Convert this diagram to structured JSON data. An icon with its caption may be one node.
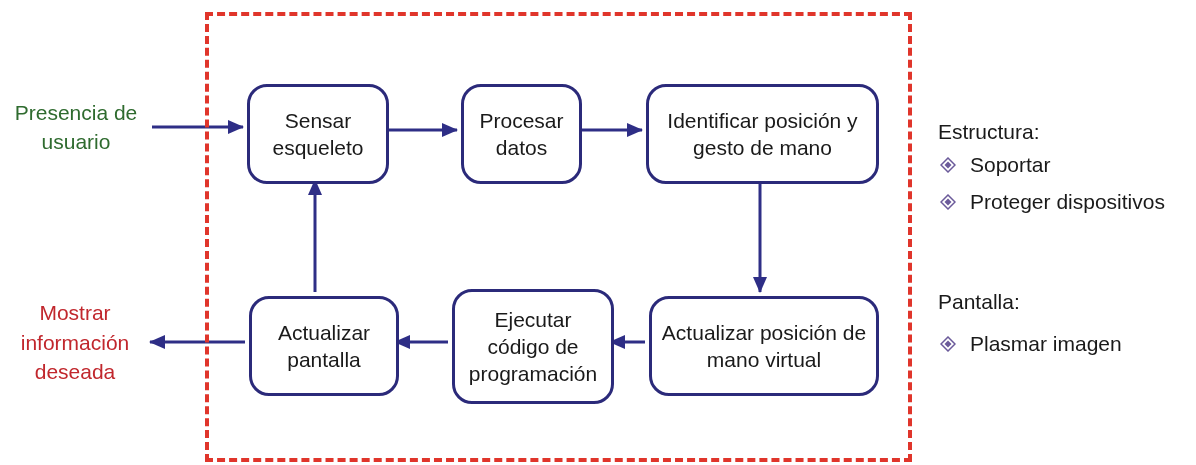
{
  "diagram": {
    "nodes": [
      {
        "text": [],
        "shape": "box"
      },
      {
        "text": [
          "Presencia de usuario"
        ]
      },
      {
        "text": [
          "Sensar esqueleto"
        ],
        "in": 0
      },
      {
        "text": [
          "Procesar datos"
        ],
        "in": 0
      },
      {
        "text": [
          "Identificar posición y gesto de mano"
        ],
        "in": 0
      },
      {
        "text": [
          "Actualizar posición de mano virtual"
        ],
        "in": 0
      },
      {
        "text": [
          "Ejecutar código de programación"
        ],
        "in": 0
      },
      {
        "text": [
          "Actualizar pantalla"
        ],
        "in": 0
      },
      {
        "text": [
          "Mostrar información deseada"
        ]
      }
    ],
    "edges": [
      {
        "from": 1,
        "to": 2,
        "arrow": "to"
      },
      {
        "from": 2,
        "to": 3,
        "arrow": "to"
      },
      {
        "from": 3,
        "to": 4,
        "arrow": "to"
      },
      {
        "from": 4,
        "to": 5,
        "arrow": "to"
      },
      {
        "from": 5,
        "to": 6,
        "arrow": "to"
      },
      {
        "from": 6,
        "to": 7,
        "arrow": "to"
      },
      {
        "from": 7,
        "to": 2,
        "arrow": "to"
      },
      {
        "from": 7,
        "to": 8,
        "arrow": "to"
      }
    ],
    "labels": [
      "Estructura:",
      "Soportar",
      "Proteger dispositivos",
      "Pantalla:",
      "Plasmar imagen"
    ]
  }
}
